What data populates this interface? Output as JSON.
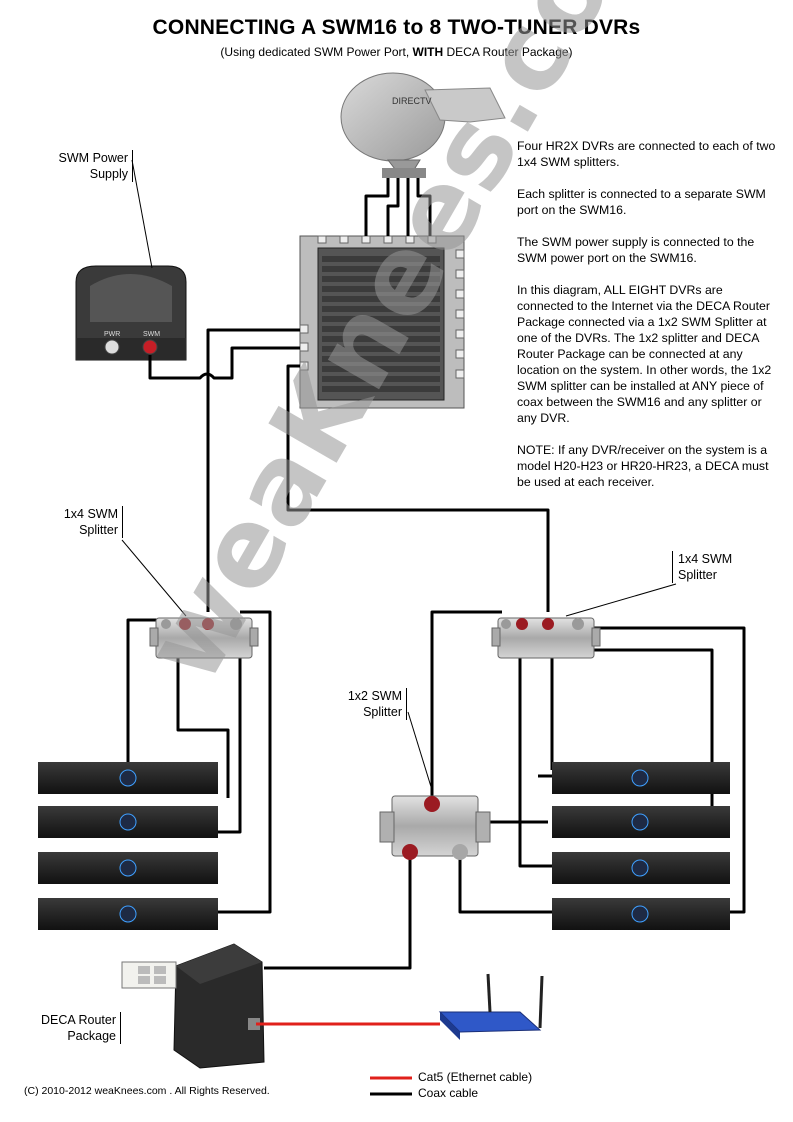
{
  "header": {
    "title": "CONNECTING A SWM16 to 8 TWO-TUNER DVRs",
    "subtitle_pre": "(Using dedicated SWM Power Port, ",
    "subtitle_bold": "WITH",
    "subtitle_post": " DECA Router Package)"
  },
  "labels": {
    "swm_power_supply_line1": "SWM Power",
    "swm_power_supply_line2": "Supply",
    "splitter_left_line1": "1x4 SWM",
    "splitter_left_line2": "Splitter",
    "splitter_right_line1": "1x4 SWM",
    "splitter_right_line2": "Splitter",
    "splitter_1x2_line1": "1x2 SWM",
    "splitter_1x2_line2": "Splitter",
    "deca_line1": "DECA Router",
    "deca_line2": "Package",
    "psu_port_in": "SWM",
    "psu_port_out": "PWR"
  },
  "notes": [
    "Four HR2X DVRs are connected to each of two 1x4 SWM splitters.",
    "Each splitter is connected to a separate SWM port on the SWM16.",
    "The SWM power supply is connected to the  SWM power port on the SWM16.",
    "In this diagram, ALL EIGHT DVRs are connected to the Internet via the DECA Router Package connected via a 1x2 SWM Splitter at one of the DVRs. The 1x2 splitter and DECA Router Package can be connected at any location on the system. In other words, the 1x2 SWM splitter can be installed at ANY piece of coax between the SWM16 and any splitter or any DVR.",
    "NOTE: If any DVR/receiver on the system is  a model H20-H23 or HR20-HR23, a DECA must be used at each receiver."
  ],
  "legend": {
    "cat5": "Cat5 (Ethernet cable)",
    "coax": "Coax cable"
  },
  "footer": {
    "copyright": "(C) 2010-2012 weaKnees.com . All Rights Reserved."
  },
  "watermark": "weaKnees.com",
  "colors": {
    "coax": "#000000",
    "cat5": "#e0201b",
    "device_dark": "#2b2b2b",
    "device_silver": "#b9b9b9",
    "port_red": "#9b1b22"
  },
  "icons": {
    "dish": "satellite-dish-icon",
    "multiswitch": "swm16-icon",
    "router": "wireless-router-icon",
    "outlet": "wall-outlet-icon"
  }
}
